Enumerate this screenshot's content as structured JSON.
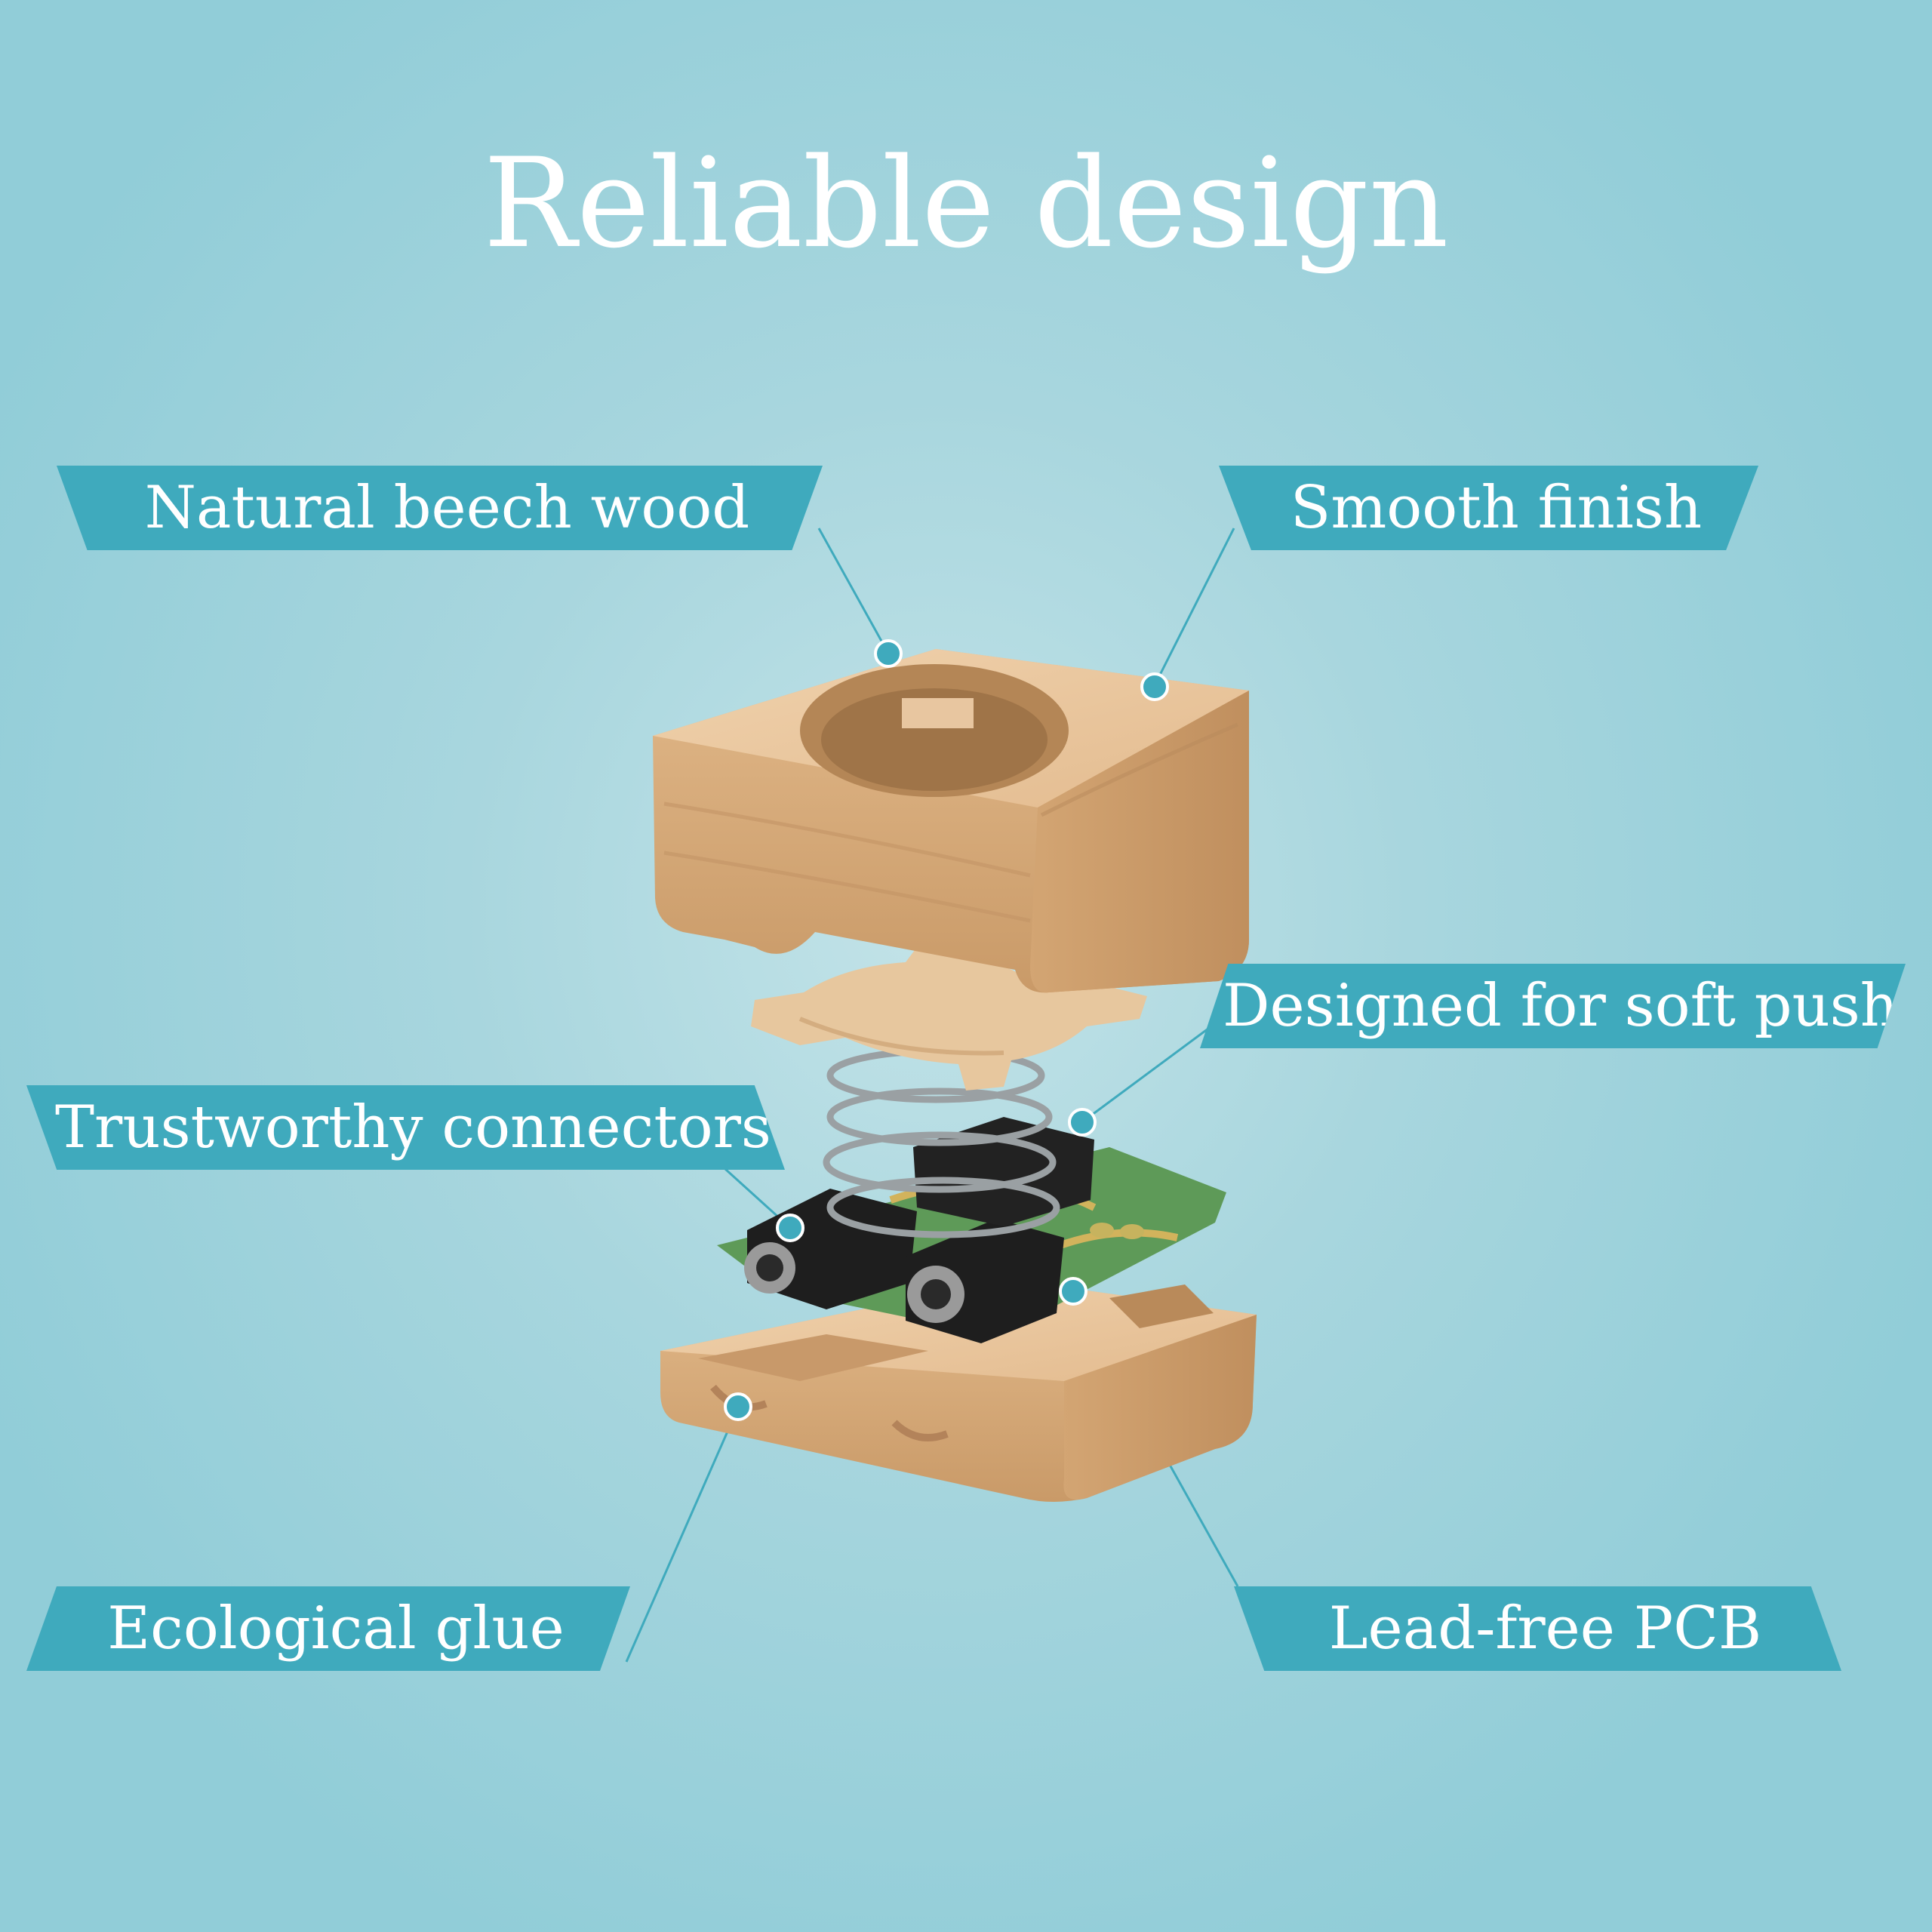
{
  "title": "Reliable design",
  "callouts": {
    "natural_beech_wood": "Natural beech wood",
    "smooth_finish": "Smooth finish",
    "designed_for_soft_push": "Designed for soft push",
    "trustworthy_connectors": "Trustworthy connectors",
    "ecological_glue": "Ecological glue",
    "lead_free_pcb": "Lead-free PCB"
  },
  "colors": {
    "banner": "#3faabd",
    "background": "#a8d6de",
    "wood": "#dcb384",
    "pcb": "#5e9a58"
  }
}
